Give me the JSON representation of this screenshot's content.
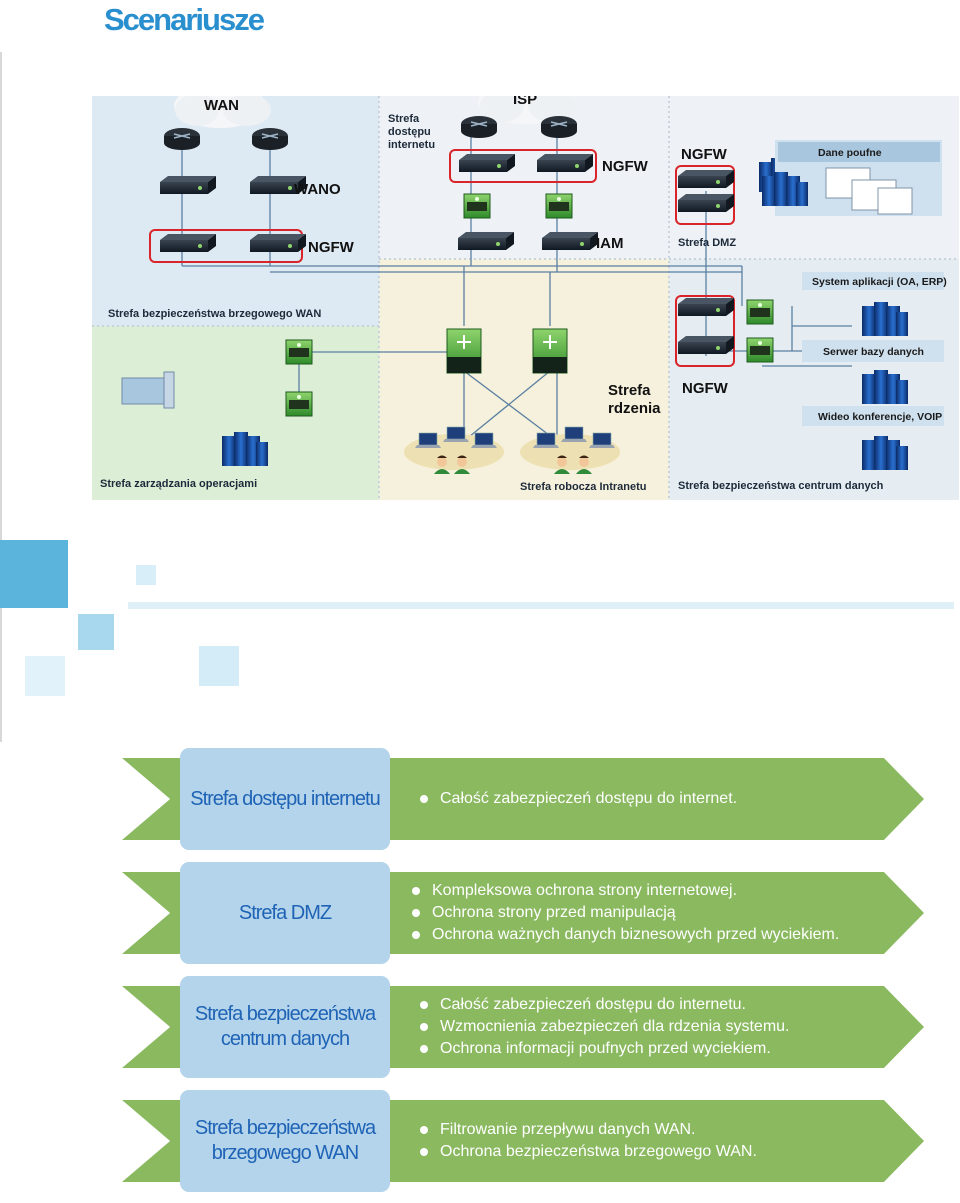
{
  "page": {
    "title": "Scenariusze"
  },
  "diagram": {
    "clouds": {
      "wan": "WAN",
      "isp": "ISP"
    },
    "devices": {
      "wano": "WANO",
      "ngfw_wan": "NGFW",
      "ngfw_internet": "NGFW",
      "ngfw_dmz": "NGFW",
      "iam": "IAM",
      "ngfw_datacenter": "NGFW"
    },
    "zones": {
      "internet_access": [
        "Strefa",
        "dostępu",
        "internetu"
      ],
      "dmz": "Strefa DMZ",
      "wan_edge": "Strefa bezpieczeństwa brzegowego WAN",
      "core": [
        "Strefa",
        "rdzenia"
      ],
      "operations": "Strefa zarządzania operacjami",
      "intranet": "Strefa robocza Intranetu",
      "datacenter": "Strefa bezpieczeństwa centrum danych"
    },
    "boxes": {
      "confidential": "Dane poufne",
      "app_system": "System aplikacji (OA, ERP)",
      "db_server": "Serwer bazy danych",
      "video": "Wideo konferencje, VOIP"
    }
  },
  "zones_list": [
    {
      "label": "Strefa dostępu internetu",
      "bullets": [
        "Całość zabezpieczeń dostępu do internet."
      ]
    },
    {
      "label": "Strefa DMZ",
      "bullets": [
        "Kompleksowa ochrona strony internetowej.",
        "Ochrona strony przed manipulacją",
        "Ochrona ważnych danych biznesowych przed wyciekiem."
      ]
    },
    {
      "label": "Strefa bezpieczeństwa centrum danych",
      "bullets": [
        "Całość zabezpieczeń dostępu do internetu.",
        "Wzmocnienia zabezpieczeń dla rdzenia systemu.",
        "Ochrona informacji poufnych przed wyciekiem."
      ]
    },
    {
      "label": "Strefa bezpieczeństwa brzegowego WAN",
      "bullets": [
        "Filtrowanie przepływu danych WAN.",
        "Ochrona bezpieczeństwa brzegowego WAN."
      ]
    }
  ],
  "colors": {
    "title": "#2a8fce",
    "arrow": "#8ab960",
    "label_box": "#b3d4ea",
    "label_text": "#1f63b6",
    "highlight": "#d9252a",
    "zone_green": "#dcefd6",
    "zone_blue": "#dde9f3",
    "zone_beige": "#f6f1dc"
  }
}
